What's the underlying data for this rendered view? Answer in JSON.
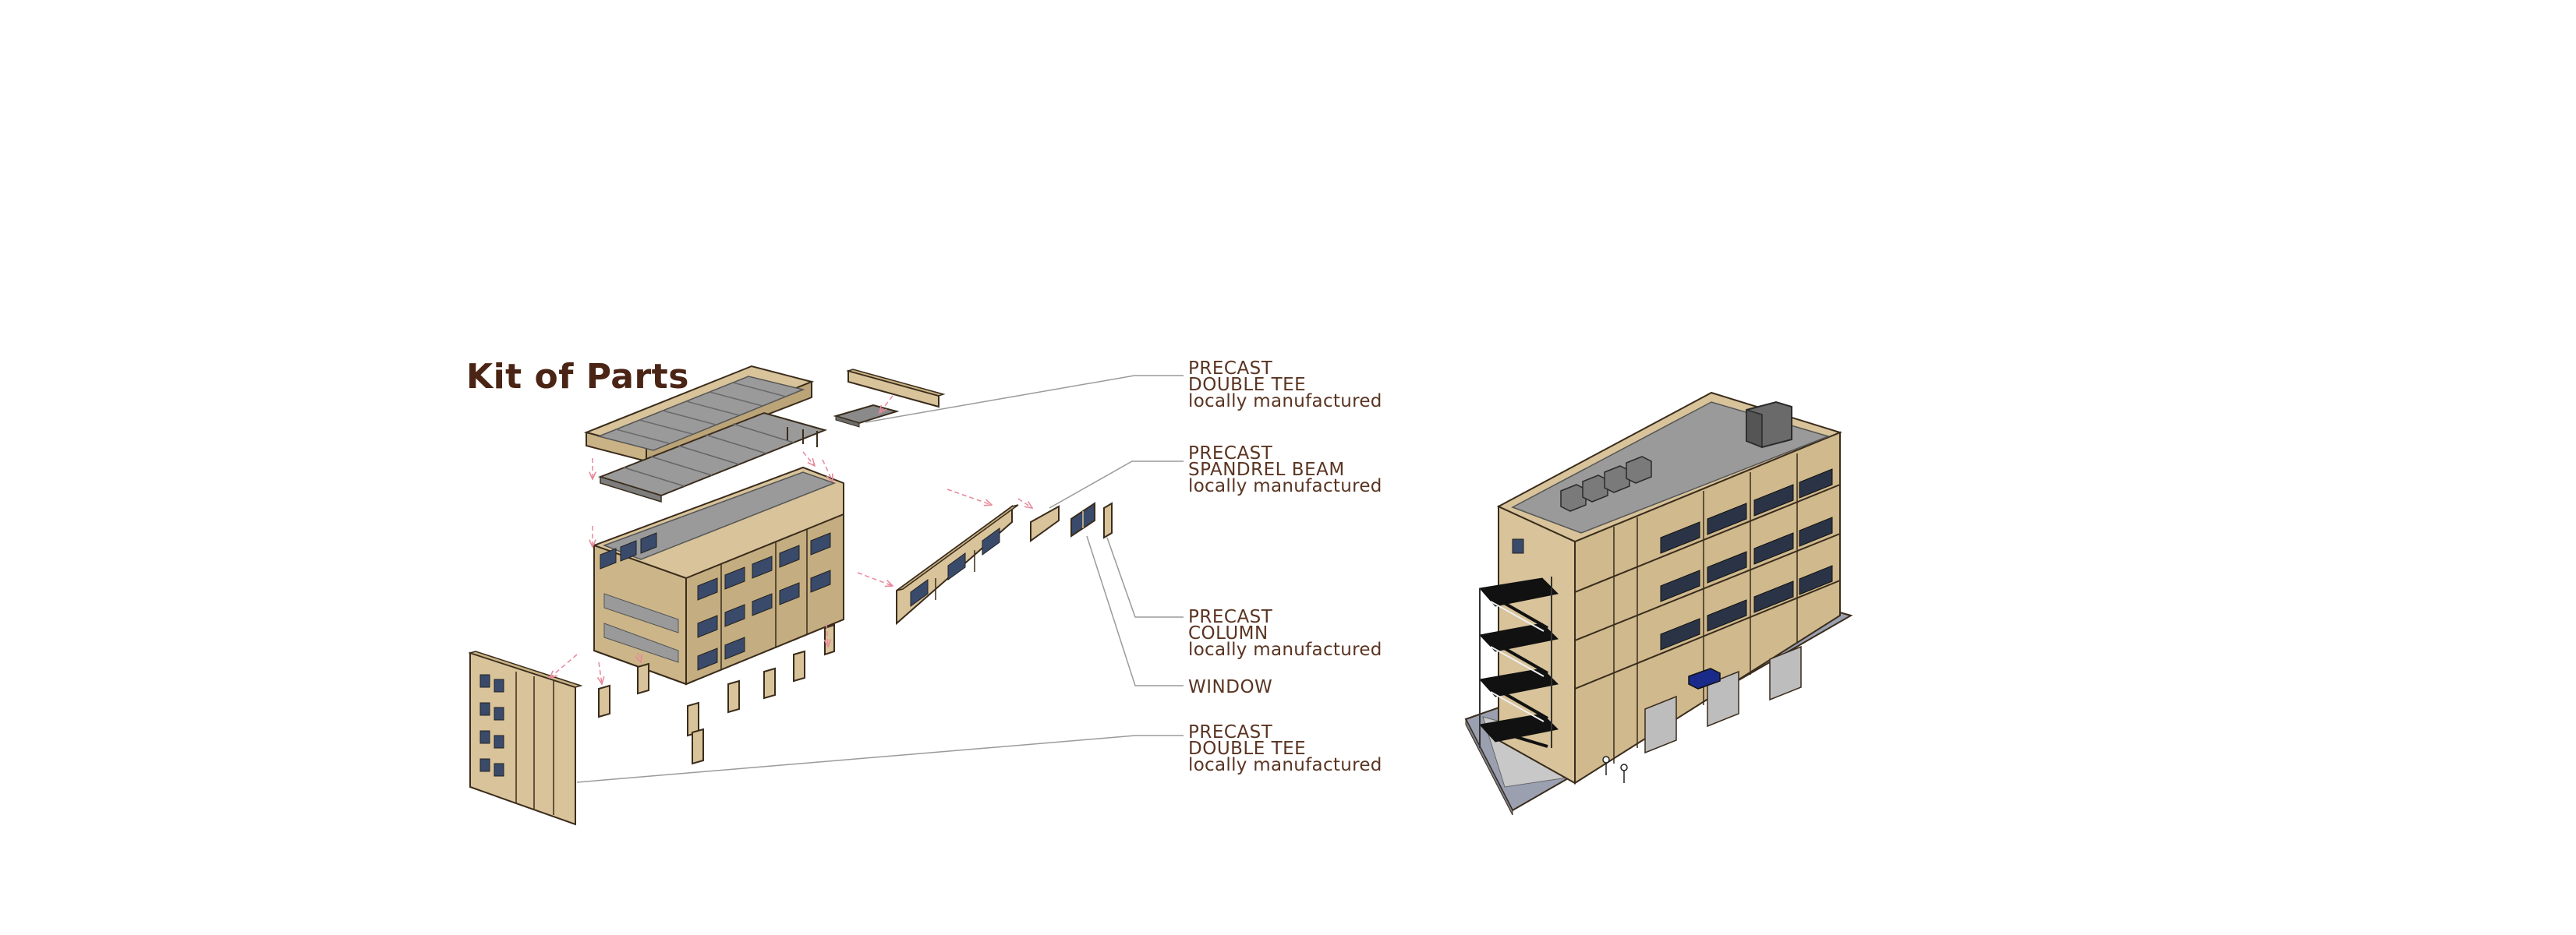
{
  "title": "Kit of Parts",
  "callouts": [
    {
      "line1": "PRECAST",
      "line2": "DOUBLE TEE",
      "sub": "locally manufactured"
    },
    {
      "line1": "PRECAST",
      "line2": "SPANDREL BEAM",
      "sub": "locally manufactured"
    },
    {
      "line1": "PRECAST",
      "line2": "COLUMN",
      "sub": "locally manufactured"
    },
    {
      "line1": "WINDOW",
      "line2": "",
      "sub": ""
    },
    {
      "line1": "PRECAST",
      "line2": "DOUBLE TEE",
      "sub": "locally manufactured"
    }
  ],
  "colors": {
    "concrete_tan": "#d8c39a",
    "concrete_edge": "#3a2c1c",
    "slab_gray": "#9a9a9a",
    "text_brown": "#5a3422",
    "title_brown": "#4a2414",
    "arrow_pink": "#e8889a",
    "leader_gray": "#9a9a9a"
  }
}
